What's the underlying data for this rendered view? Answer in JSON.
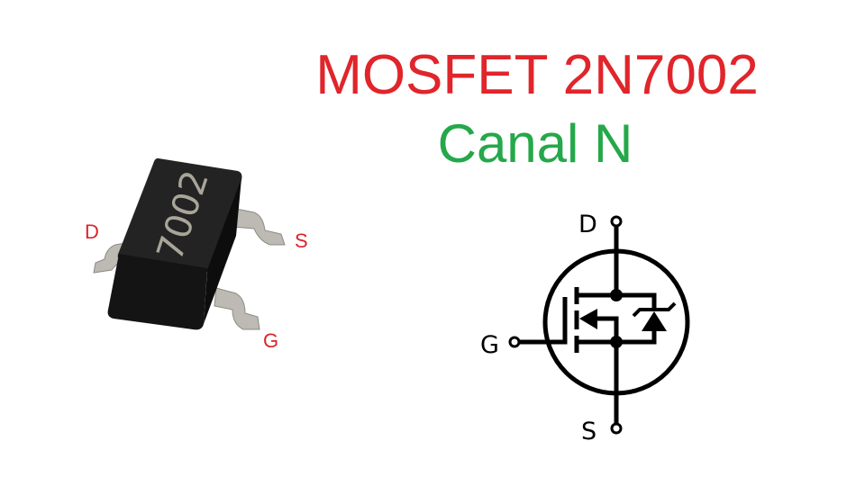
{
  "title": "MOSFET 2N7002",
  "subtitle": "Canal N",
  "colors": {
    "title": "#e0252b",
    "subtitle": "#25a84a",
    "pin_label": "#d8262b",
    "symbol": "#000000",
    "chip_body": "#1c1c1c",
    "chip_lead": "#b9b6b0"
  },
  "package": {
    "marking": "7002",
    "pins": {
      "drain": "D",
      "source": "S",
      "gate": "G"
    }
  },
  "symbol": {
    "pins": {
      "drain": "D",
      "source": "S",
      "gate": "G"
    },
    "icon": "n-channel-mosfet-schematic-icon"
  }
}
